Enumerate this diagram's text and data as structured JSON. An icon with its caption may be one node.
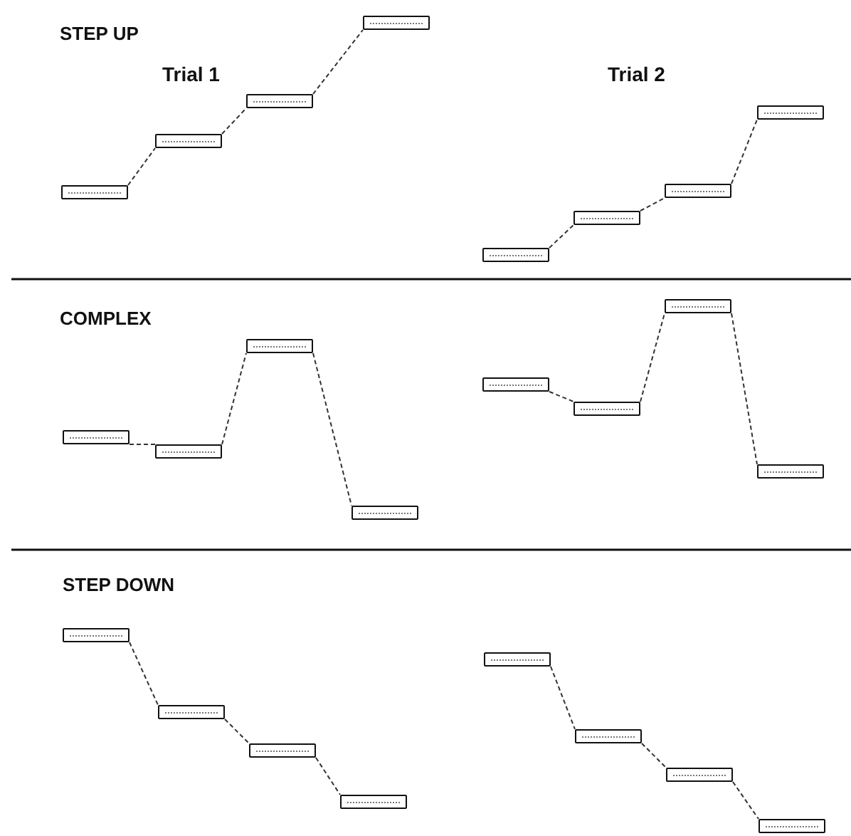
{
  "diagram": {
    "nodes": [
      {
        "text": [],
        "shape": "bar"
      },
      {
        "text": [],
        "shape": "bar"
      },
      {
        "text": [],
        "shape": "bar"
      },
      {
        "text": [],
        "shape": "bar"
      },
      {
        "text": [],
        "shape": "bar"
      },
      {
        "text": [],
        "shape": "bar"
      },
      {
        "text": [],
        "shape": "bar"
      },
      {
        "text": [],
        "shape": "bar"
      },
      {
        "text": [],
        "shape": "bar"
      },
      {
        "text": [],
        "shape": "bar"
      },
      {
        "text": [],
        "shape": "bar"
      },
      {
        "text": [],
        "shape": "bar"
      },
      {
        "text": [],
        "shape": "bar"
      },
      {
        "text": [],
        "shape": "bar"
      },
      {
        "text": [],
        "shape": "bar"
      },
      {
        "text": [],
        "shape": "bar"
      },
      {
        "text": [],
        "shape": "bar"
      },
      {
        "text": [],
        "shape": "bar"
      },
      {
        "text": [],
        "shape": "bar"
      },
      {
        "text": [],
        "shape": "bar"
      },
      {
        "text": [],
        "shape": "bar"
      },
      {
        "text": [],
        "shape": "bar"
      },
      {
        "text": [],
        "shape": "bar"
      },
      {
        "text": [],
        "shape": "bar"
      }
    ],
    "edges": [
      {
        "from": 0,
        "to": 1,
        "arrow": "none",
        "style": "dashed"
      },
      {
        "from": 1,
        "to": 2,
        "arrow": "none",
        "style": "dashed"
      },
      {
        "from": 2,
        "to": 3,
        "arrow": "none",
        "style": "dashed"
      },
      {
        "from": 4,
        "to": 5,
        "arrow": "none",
        "style": "dashed"
      },
      {
        "from": 5,
        "to": 6,
        "arrow": "none",
        "style": "dashed"
      },
      {
        "from": 6,
        "to": 7,
        "arrow": "none",
        "style": "dashed"
      },
      {
        "from": 8,
        "to": 9,
        "arrow": "none",
        "style": "dashed"
      },
      {
        "from": 9,
        "to": 10,
        "arrow": "none",
        "style": "dashed"
      },
      {
        "from": 10,
        "to": 11,
        "arrow": "none",
        "style": "dashed"
      },
      {
        "from": 12,
        "to": 13,
        "arrow": "none",
        "style": "dashed"
      },
      {
        "from": 13,
        "to": 14,
        "arrow": "none",
        "style": "dashed"
      },
      {
        "from": 14,
        "to": 15,
        "arrow": "none",
        "style": "dashed"
      },
      {
        "from": 16,
        "to": 17,
        "arrow": "none",
        "style": "dashed"
      },
      {
        "from": 17,
        "to": 18,
        "arrow": "none",
        "style": "dashed"
      },
      {
        "from": 18,
        "to": 19,
        "arrow": "none",
        "style": "dashed"
      },
      {
        "from": 20,
        "to": 21,
        "arrow": "none",
        "style": "dashed"
      },
      {
        "from": 21,
        "to": 22,
        "arrow": "none",
        "style": "dashed"
      },
      {
        "from": 22,
        "to": 23,
        "arrow": "none",
        "style": "dashed"
      }
    ],
    "labels": [
      "STEP UP",
      "Trial 1",
      "Trial 2",
      "COMPLEX",
      "STEP DOWN"
    ]
  }
}
